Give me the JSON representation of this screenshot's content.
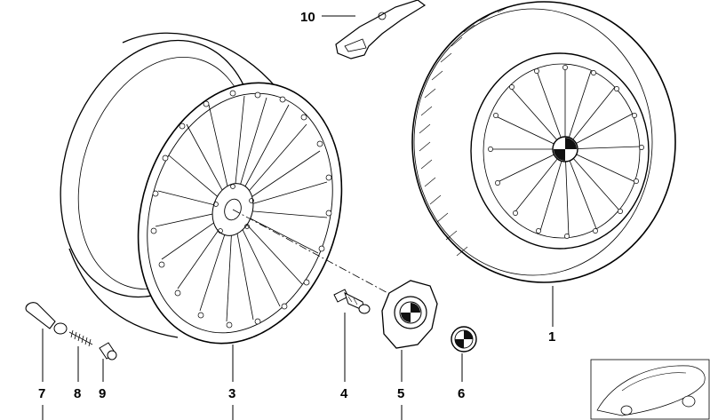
{
  "callouts": [
    {
      "id": "callout-1",
      "label": "1"
    },
    {
      "id": "callout-3",
      "label": "3"
    },
    {
      "id": "callout-4",
      "label": "4"
    },
    {
      "id": "callout-5",
      "label": "5"
    },
    {
      "id": "callout-6",
      "label": "6"
    },
    {
      "id": "callout-7",
      "label": "7"
    },
    {
      "id": "callout-8",
      "label": "8"
    },
    {
      "id": "callout-9",
      "label": "9"
    },
    {
      "id": "callout-10",
      "label": "10"
    }
  ],
  "colors": {
    "line": "#000000",
    "background": "#ffffff",
    "emblem_dark": "#111111"
  }
}
